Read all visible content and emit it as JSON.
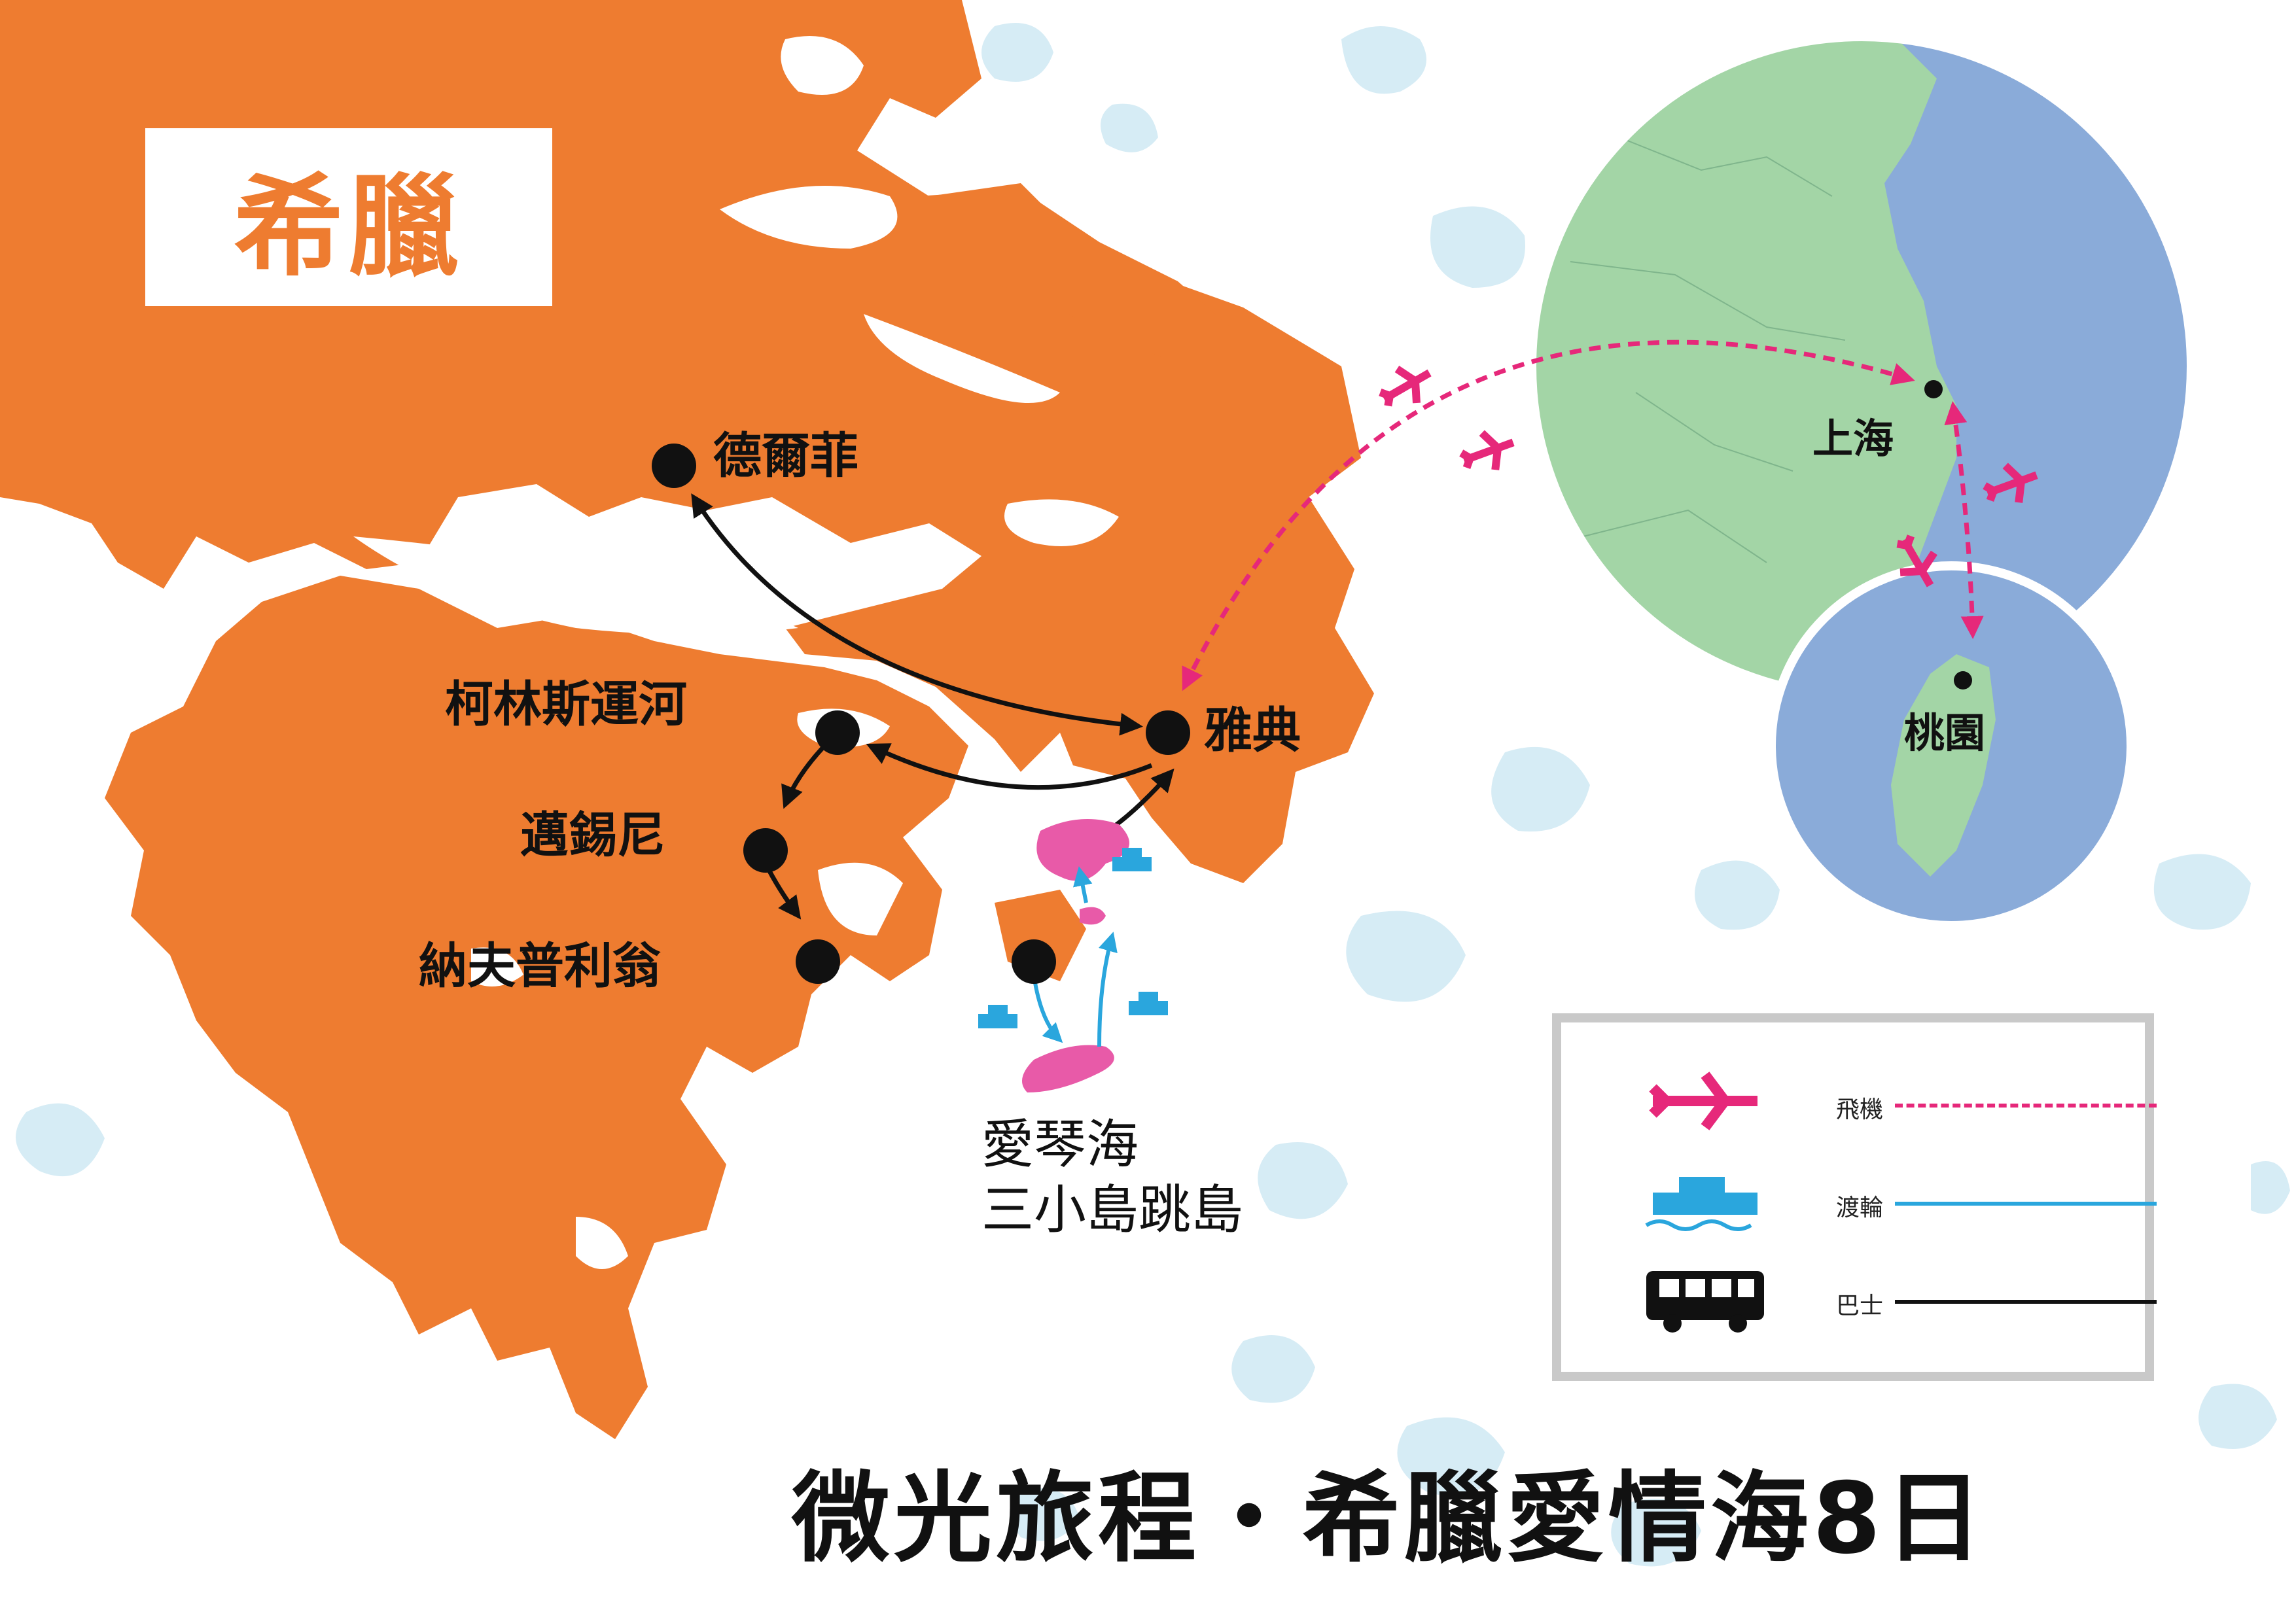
{
  "country_title": "希臘",
  "tour_title": "微光旅程・希臘愛情海8日",
  "cities": {
    "delphi": "德爾菲",
    "corinth_canal": "柯林斯運河",
    "mycenae": "邁錫尼",
    "nafplio": "納夫普利翁",
    "athens": "雅典",
    "aegean_line1": "愛琴海",
    "aegean_line2": "三小島跳島"
  },
  "inset": {
    "shanghai": "上海",
    "taoyuan": "桃園"
  },
  "legend": {
    "items": [
      {
        "icon": "airplane-icon",
        "label": "飛機",
        "line_style": "dashed",
        "color": "#e6287a"
      },
      {
        "icon": "ferry-icon",
        "label": "渡輪",
        "line_style": "solid",
        "color": "#2aa6dd"
      },
      {
        "icon": "bus-icon",
        "label": "巴士",
        "line_style": "solid",
        "color": "#111111"
      }
    ]
  },
  "colors": {
    "land": "#ee7c30",
    "sea_pattern": "#d6ecf5",
    "inset_sea": "#8aabd9",
    "inset_land": "#a3d5a6",
    "flight": "#e6287a",
    "ferry": "#2aa6dd",
    "bus": "#111111",
    "island": "#e85aa8"
  }
}
